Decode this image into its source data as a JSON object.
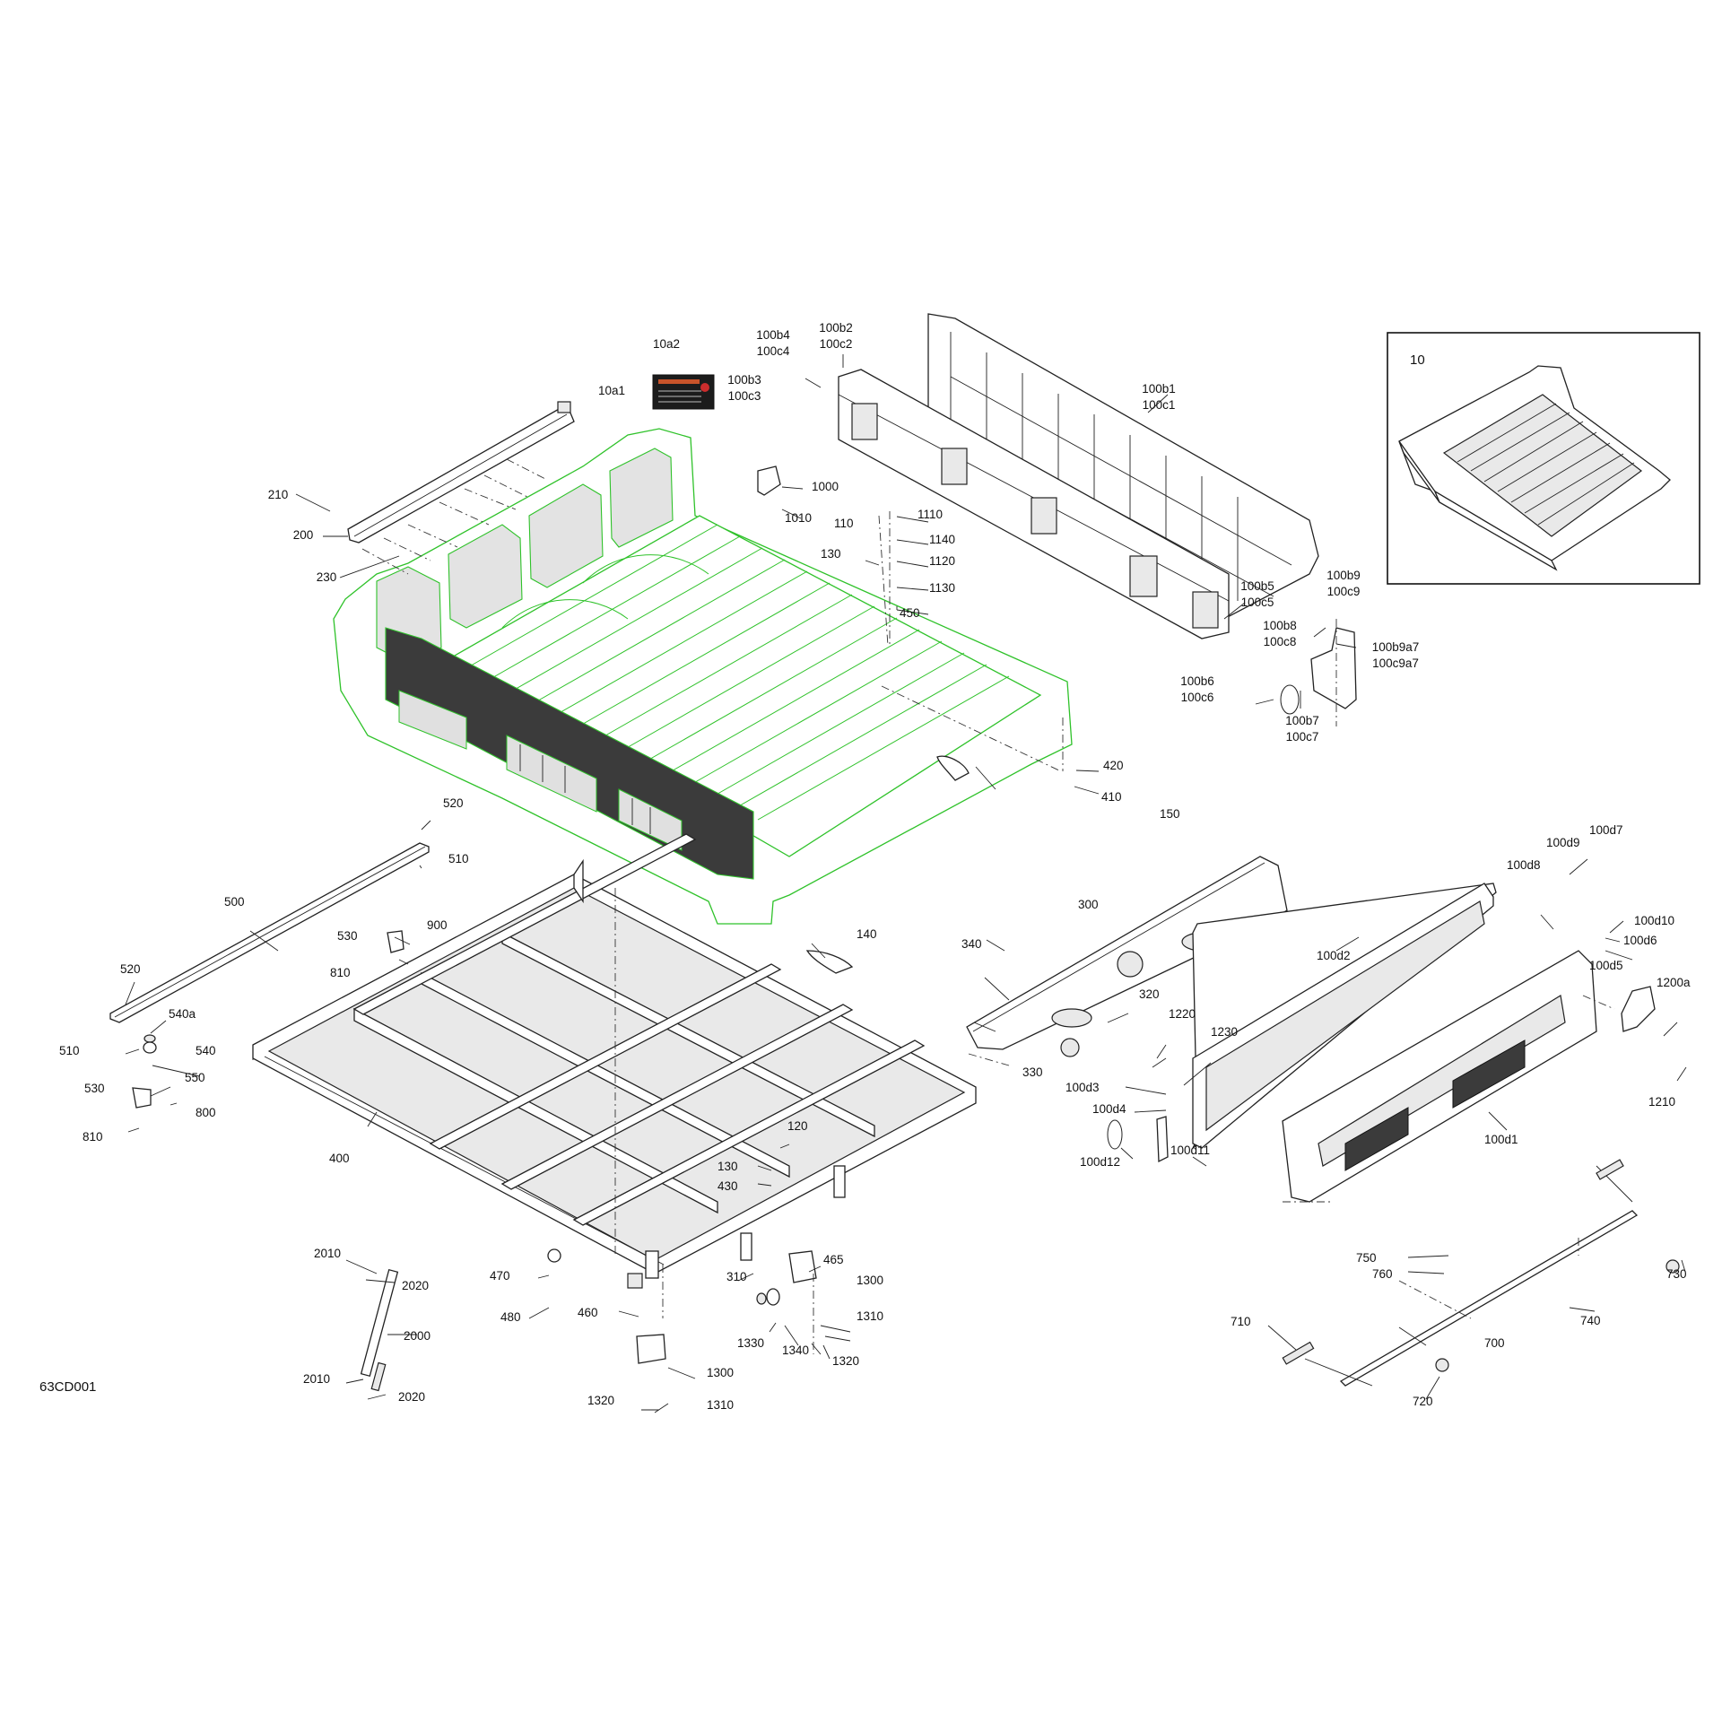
{
  "diagram": {
    "reference_code": "63CD001",
    "inset_label": "10",
    "decal_text": "",
    "colors": {
      "highlight": "#2fc22a",
      "line": "#222222",
      "background": "#ffffff"
    }
  },
  "labels": {
    "l_10a2": "10a2",
    "l_10a1": "10a1",
    "l_100b4c4": [
      "100b4",
      "100c4"
    ],
    "l_100b2c2": [
      "100b2",
      "100c2"
    ],
    "l_100b3c3": [
      "100b3",
      "100c3"
    ],
    "l_100b1c1": [
      "100b1",
      "100c1"
    ],
    "l_100b5c5": [
      "100b5",
      "100c5"
    ],
    "l_100b9c9": [
      "100b9",
      "100c9"
    ],
    "l_100b8c8": [
      "100b8",
      "100c8"
    ],
    "l_100b9a7": [
      "100b9a7",
      "100c9a7"
    ],
    "l_100b6c6": [
      "100b6",
      "100c6"
    ],
    "l_100b7c7": [
      "100b7",
      "100c7"
    ],
    "l_210": "210",
    "l_200": "200",
    "l_230": "230",
    "l_1000": "1000",
    "l_1010": "1010",
    "l_110": "110",
    "l_130a": "130",
    "l_1110": "1110",
    "l_1140": "1140",
    "l_1120": "1120",
    "l_1130": "1130",
    "l_450": "450",
    "l_420": "420",
    "l_410": "410",
    "l_150": "150",
    "l_520a": "520",
    "l_510a": "510",
    "l_500": "500",
    "l_530a": "530",
    "l_900": "900",
    "l_810a": "810",
    "l_520b": "520",
    "l_540a": "540a",
    "l_510b": "510",
    "l_540": "540",
    "l_550": "550",
    "l_530b": "530",
    "l_800": "800",
    "l_810b": "810",
    "l_140": "140",
    "l_400": "400",
    "l_120": "120",
    "l_130b": "130",
    "l_430": "430",
    "l_470": "470",
    "l_480": "480",
    "l_465": "465",
    "l_310": "310",
    "l_1300a": "1300",
    "l_460": "460",
    "l_1310a": "1310",
    "l_1330": "1330",
    "l_1340": "1340",
    "l_1320a": "1320",
    "l_1300b": "1300",
    "l_1320b": "1320",
    "l_1310b": "1310",
    "l_2010a": "2010",
    "l_2020a": "2020",
    "l_2000": "2000",
    "l_2010b": "2010",
    "l_2020b": "2020",
    "l_300": "300",
    "l_340": "340",
    "l_320": "320",
    "l_330": "330",
    "l_1220": "1220",
    "l_1230": "1230",
    "l_100d3": "100d3",
    "l_100d4": "100d4",
    "l_100d2": "100d2",
    "l_100d12": "100d12",
    "l_100d11": "100d11",
    "l_100d1": "100d1",
    "l_100d8": "100d8",
    "l_100d9": "100d9",
    "l_100d7": "100d7",
    "l_100d10": "100d10",
    "l_100d6": "100d6",
    "l_100d5": "100d5",
    "l_1200a": "1200a",
    "l_1210": "1210",
    "l_750": "750",
    "l_760": "760",
    "l_730": "730",
    "l_740": "740",
    "l_710": "710",
    "l_700": "700",
    "l_720": "720"
  }
}
